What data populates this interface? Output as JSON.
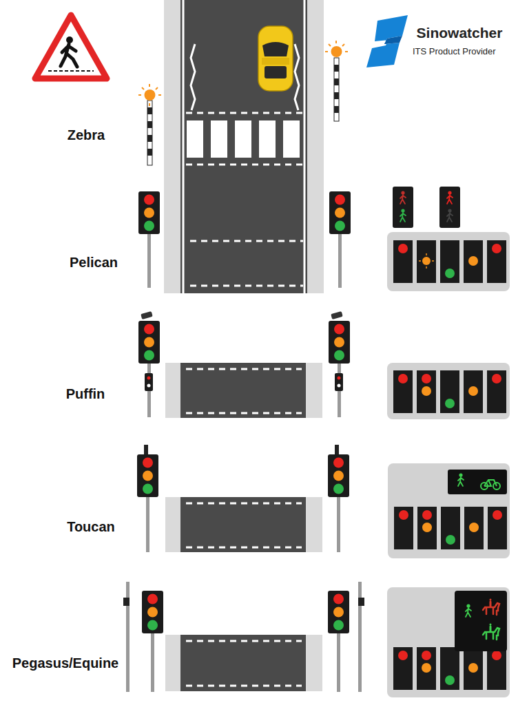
{
  "diagram": {
    "labels": [
      "Sinowatcher",
      "ITS Product Provider",
      "Zebra",
      "Pelican",
      "Puffin",
      "Toucan",
      "Pegasus/Equine"
    ]
  }
}
